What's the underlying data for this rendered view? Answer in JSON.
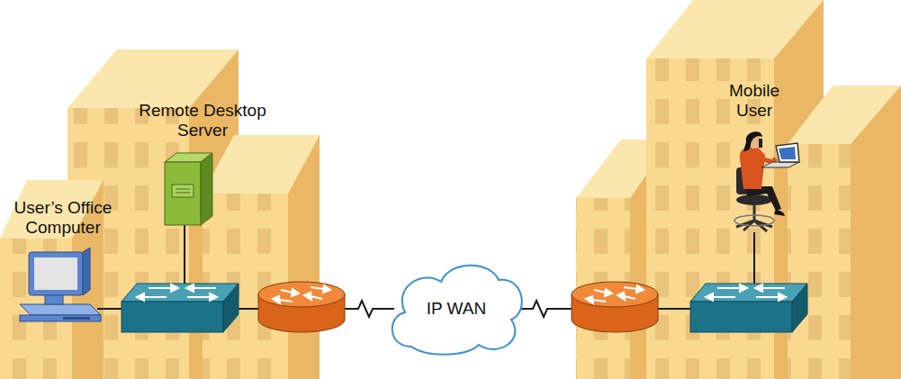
{
  "diagram": {
    "nodes": [
      {
        "text": [
          "IP WAN"
        ]
      }
    ],
    "labels": [
      "Remote Desktop Server",
      "User’s Office Computer",
      "Mobile User"
    ]
  }
}
